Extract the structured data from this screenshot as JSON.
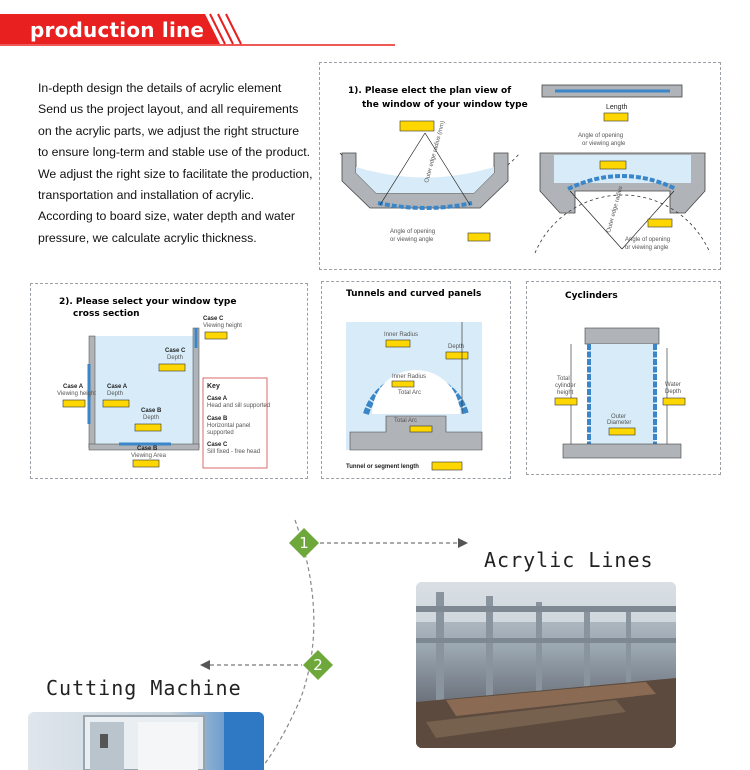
{
  "header": {
    "title": "production line"
  },
  "intro": {
    "lines": [
      "In-depth design the details of acrylic element",
      "Send us the project layout, and all requirements",
      "on the acrylic parts, we adjust the right structure",
      "to ensure long-term and stable use of the product.",
      "We adjust the right size to facilitate the production,",
      "transportation and installation of acrylic.",
      "According to board size, water depth and water",
      "pressure, we calculate acrylic thickness."
    ]
  },
  "plan_view": {
    "title_line1": "1). Please  elect the plan view of",
    "title_line2": "the window of your window type",
    "length_label": "Length",
    "angle_label_1": "Angle of opening",
    "angle_label_1b": "or viewing angle",
    "outer_radius": "Outer edge radius (mm)",
    "angle_label_2": "Angle of opening",
    "angle_label_2b": "or viewing angle",
    "outer_radius_2": "Outer edge radius",
    "angle_label_3": "Angle of opening",
    "angle_label_3b": "or viewing angle"
  },
  "cross_section": {
    "title_line1": "2). Please select your window type",
    "title_line2": "cross section",
    "case_c": "Case C",
    "case_c_sub": "Viewing height",
    "case_a": "Case A",
    "case_a_sub": "Viewing height",
    "case_a2": "Case A",
    "case_a2_sub": "Depth",
    "case_c2": "Case C",
    "case_c2_sub": "Depth",
    "case_b": "Case B",
    "case_b_sub": "Depth",
    "case_b2": "Case B",
    "case_b2_sub": "Viewing Area",
    "key_title": "Key",
    "key_a": "Case A",
    "key_a_sub": "Head and sill supported",
    "key_b": "Case B",
    "key_b_sub1": "Horizontal panel",
    "key_b_sub2": "supported",
    "key_c": "Case C",
    "key_c_sub": "Sill fixed - free head"
  },
  "tunnels": {
    "title": "Tunnels and curved panels",
    "inner_radius": "Inner Radius",
    "inner_radius_2": "Inner Radius",
    "depth": "Depth",
    "total_arc": "Total Arc",
    "total_arc_2": "Total Arc",
    "segment_length": "Tunnel or segment length"
  },
  "cylinders": {
    "title": "Cyclinders",
    "total_height_1": "Total",
    "total_height_2": "cylinder",
    "total_height_3": "height",
    "water_depth_1": "Water",
    "water_depth_2": "Depth",
    "outer_diameter_1": "Outer",
    "outer_diameter_2": "Diameter"
  },
  "steps": [
    {
      "number": "1",
      "title": "Acrylic Lines"
    },
    {
      "number": "2",
      "title": "Cutting Machine"
    }
  ],
  "colors": {
    "banner_red": "#e8201f",
    "step_green": "#6ea83a",
    "acrylic_blue": "#3a86c8",
    "water_blue": "#d7ecf8",
    "highlight_yellow": "#ffd700"
  }
}
